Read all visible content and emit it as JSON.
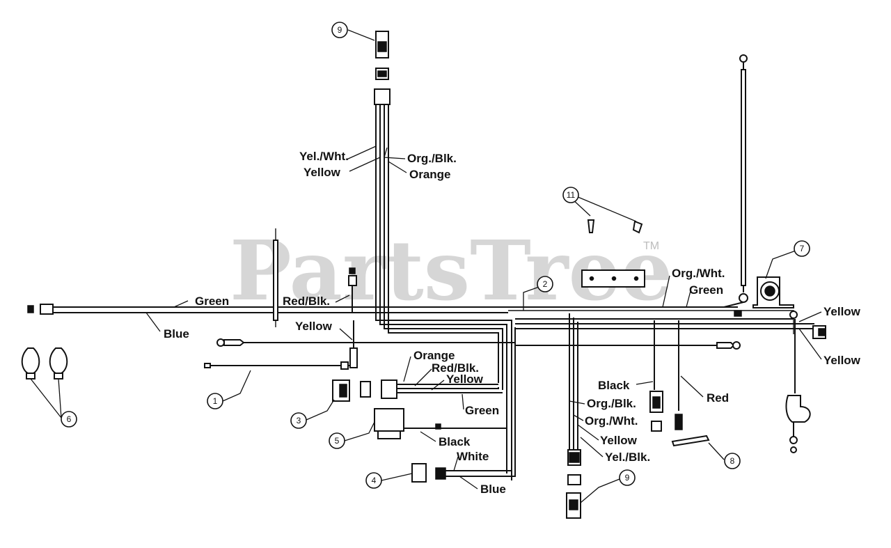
{
  "watermark": {
    "text": "PartsTree",
    "tm": "TM"
  },
  "wire_labels": {
    "yel_wht_top": "Yel./Wht.",
    "org_blk_top": "Org./Blk.",
    "yellow_top": "Yellow",
    "orange_top": "Orange",
    "green_left": "Green",
    "blue_left": "Blue",
    "red_blk": "Red/Blk.",
    "yellow_mid": "Yellow",
    "orange_mid": "Orange",
    "red_blk_mid": "Red/Blk.",
    "yellow_switch": "Yellow",
    "green_mid": "Green",
    "black_mid": "Black",
    "white": "White",
    "blue_bottom": "Blue",
    "org_wht_right": "Org./Wht.",
    "green_right": "Green",
    "yellow_right_top": "Yellow",
    "yellow_right_bottom": "Yellow",
    "black_right": "Black",
    "red_right": "Red",
    "org_blk_right": "Org./Blk.",
    "org_wht_lower": "Org./Wht.",
    "yellow_lower": "Yellow",
    "yel_blk": "Yel./Blk."
  },
  "callouts": {
    "c1": "1",
    "c2": "2",
    "c3": "3",
    "c4": "4",
    "c5": "5",
    "c6": "6",
    "c7": "7",
    "c8": "8",
    "c9_top": "9",
    "c9_bottom": "9",
    "c11": "11"
  }
}
